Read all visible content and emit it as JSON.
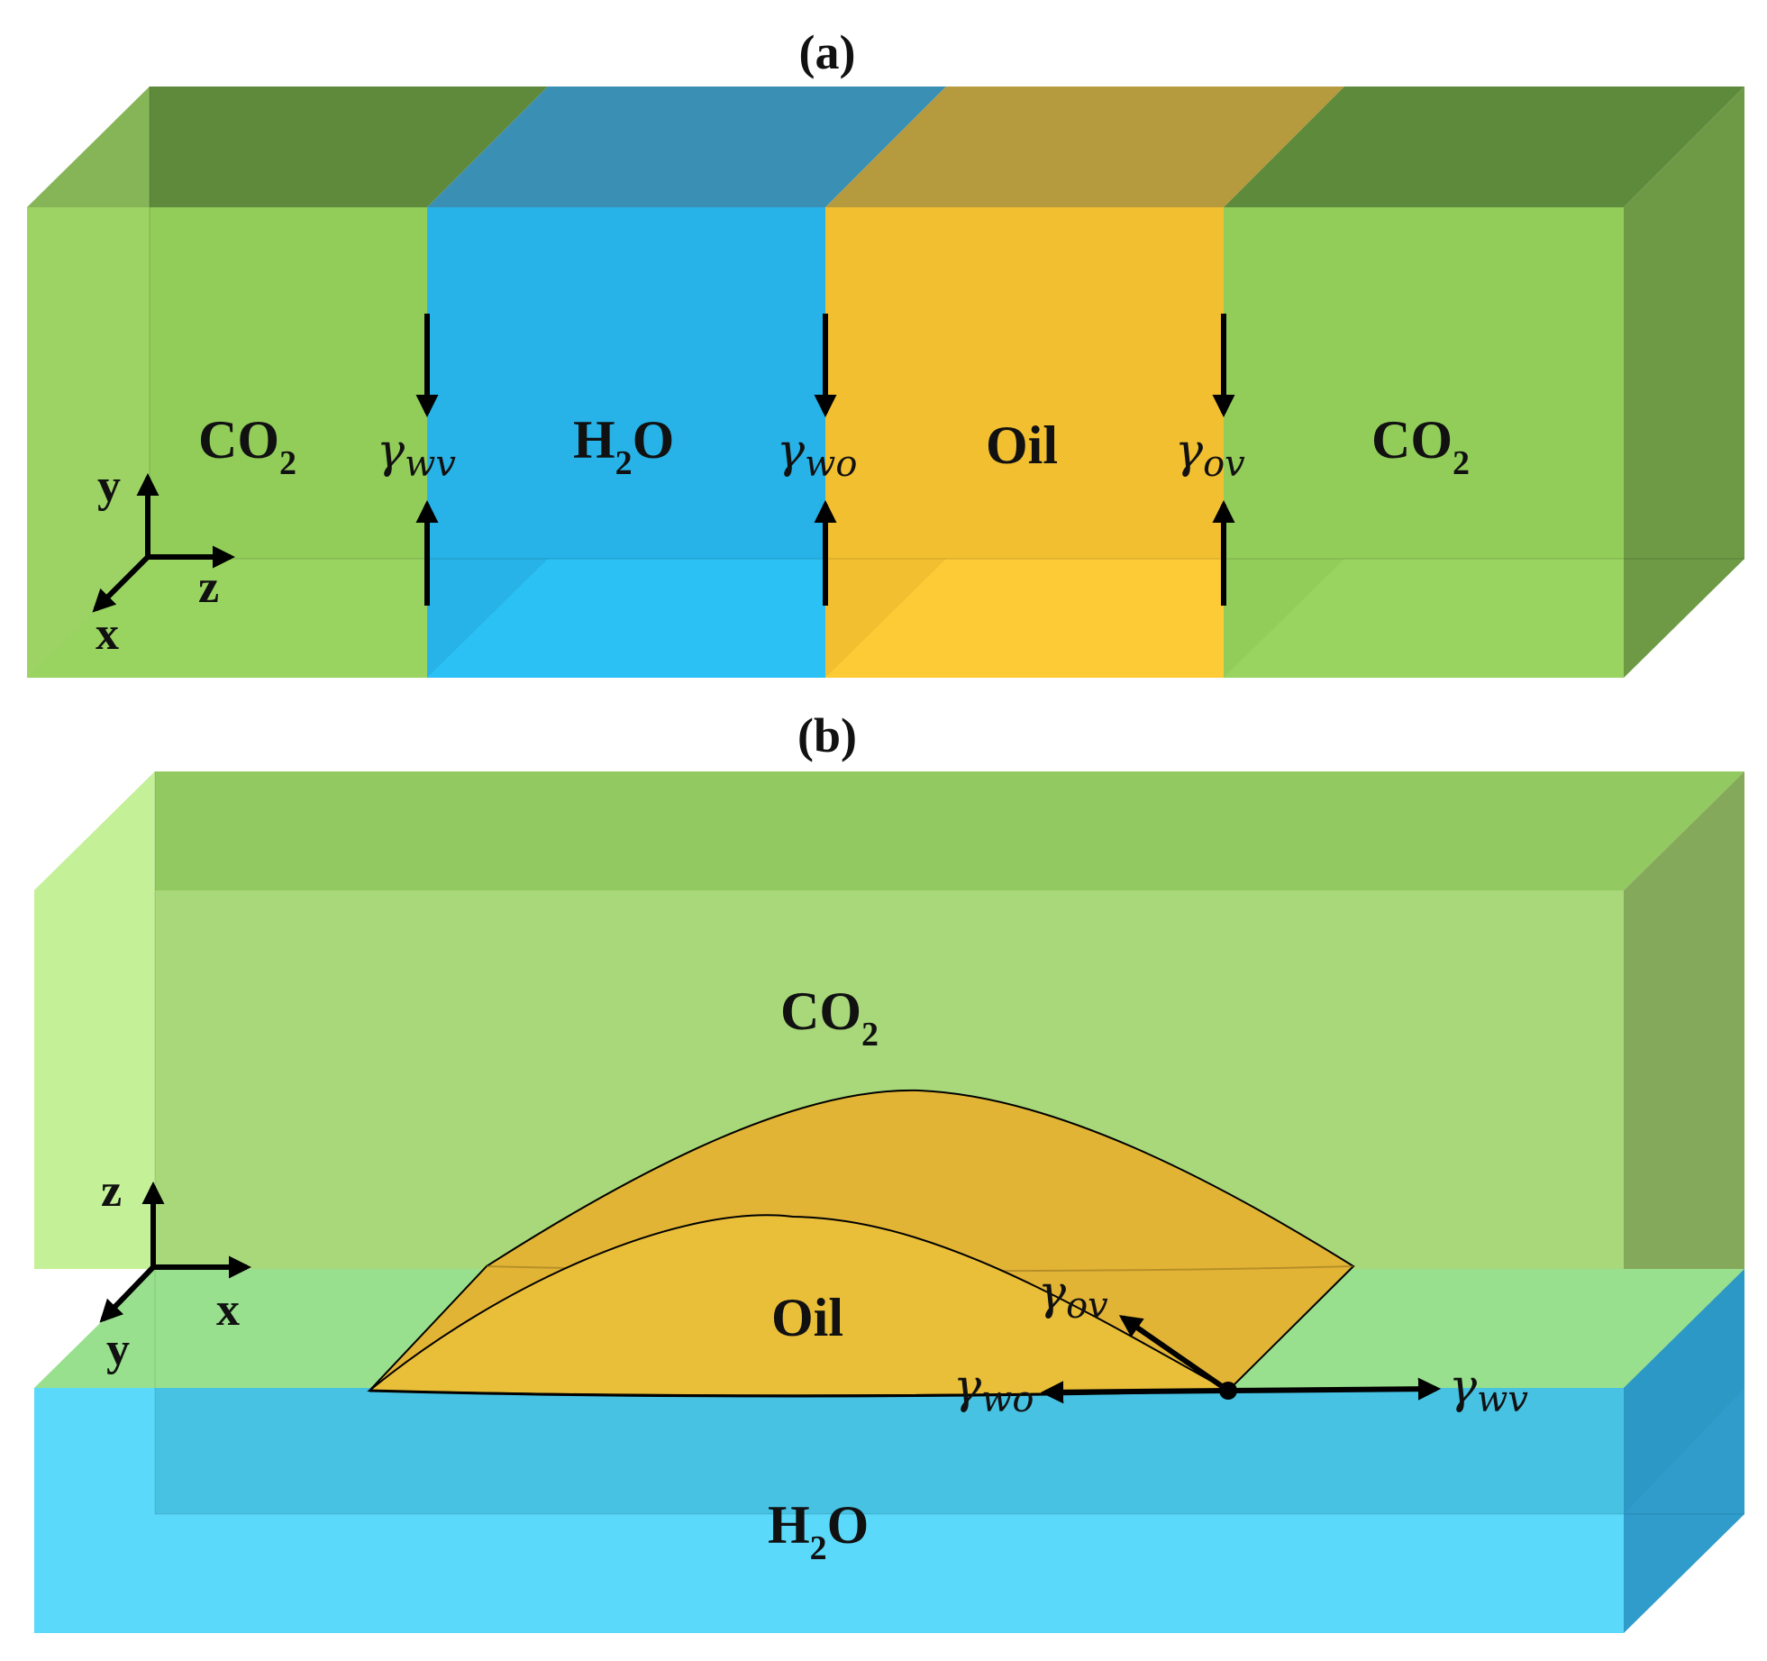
{
  "panel_a": {
    "title": "(a)",
    "phases": [
      {
        "main": "CO",
        "sub": "2",
        "tail": "",
        "color": "#92cd5a"
      },
      {
        "main": "H",
        "sub": "2",
        "tail": "O",
        "color": "#27b3e8"
      },
      {
        "main": "Oil",
        "sub": "",
        "tail": "",
        "color": "#f2bf31"
      },
      {
        "main": "CO",
        "sub": "2",
        "tail": "",
        "color": "#92cd5a"
      }
    ],
    "tensions": [
      {
        "symbol": "γ",
        "sub": "wv"
      },
      {
        "symbol": "γ",
        "sub": "wo"
      },
      {
        "symbol": "γ",
        "sub": "ov"
      }
    ],
    "axes": {
      "vertical": "y",
      "horizontal": "z",
      "depth": "x"
    }
  },
  "panel_b": {
    "title": "(b)",
    "gas_phase": {
      "main": "CO",
      "sub": "2",
      "tail": "",
      "color": "#a8d87a"
    },
    "water_phase": {
      "main": "H",
      "sub": "2",
      "tail": "O",
      "color": "#5ad9fb"
    },
    "droplet": {
      "main": "Oil",
      "sub": "",
      "tail": "",
      "color": "#e8bd3a"
    },
    "tensions": [
      {
        "symbol": "γ",
        "sub": "ov"
      },
      {
        "symbol": "γ",
        "sub": "wo"
      },
      {
        "symbol": "γ",
        "sub": "wv"
      }
    ],
    "axes": {
      "vertical": "z",
      "horizontal": "x",
      "depth": "y"
    }
  }
}
